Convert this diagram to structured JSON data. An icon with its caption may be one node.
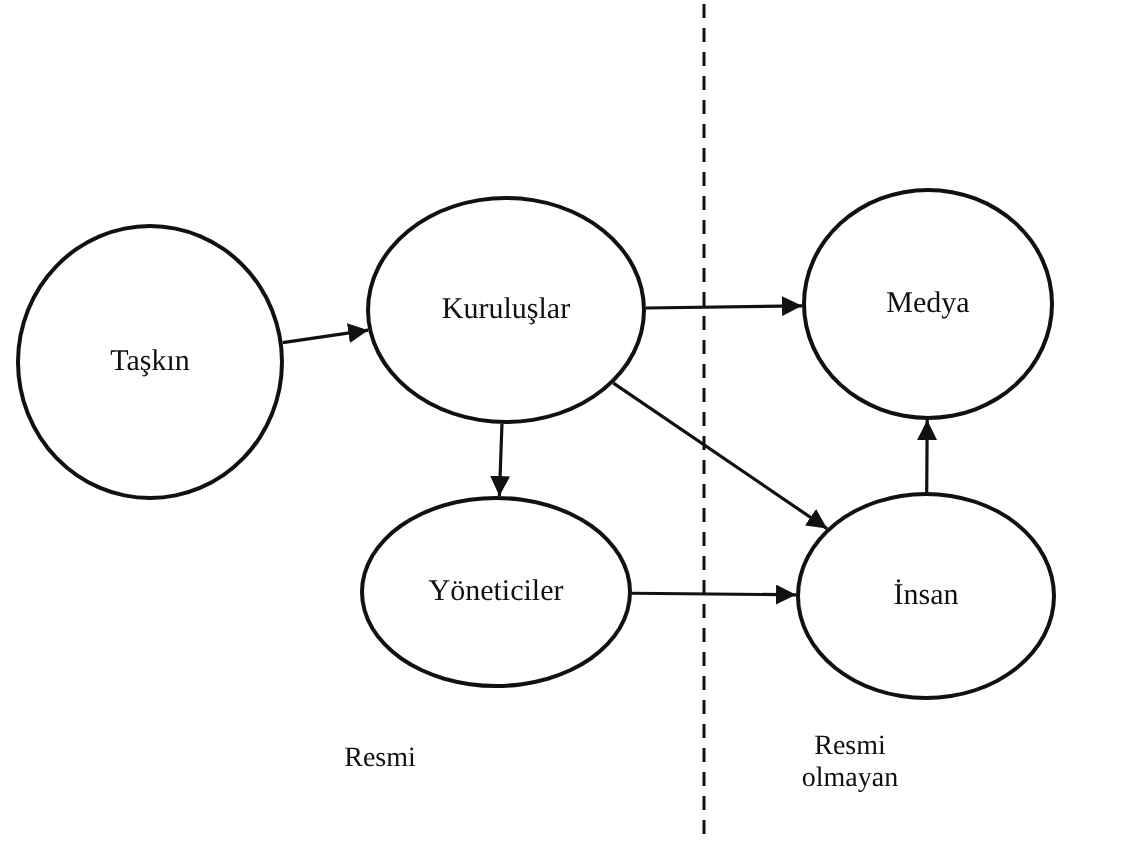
{
  "diagram": {
    "nodes": [
      {
        "text": [
          "Taşkın"
        ]
      },
      {
        "text": [
          "Kuruluşlar"
        ]
      },
      {
        "text": [
          "Medya"
        ]
      },
      {
        "text": [
          "Yöneticiler"
        ]
      },
      {
        "text": [
          "İnsan"
        ]
      }
    ],
    "edges": [
      {
        "from": 0,
        "to": 1,
        "arrow": "to"
      },
      {
        "from": 1,
        "to": 2,
        "arrow": "to"
      },
      {
        "from": 1,
        "to": 4,
        "arrow": "to"
      },
      {
        "from": 1,
        "to": 3,
        "arrow": "to"
      },
      {
        "from": 3,
        "to": 4,
        "arrow": "to"
      },
      {
        "from": 4,
        "to": 2,
        "arrow": "to"
      }
    ],
    "labels": [
      "Resmi",
      "Resmi olmayan"
    ]
  }
}
